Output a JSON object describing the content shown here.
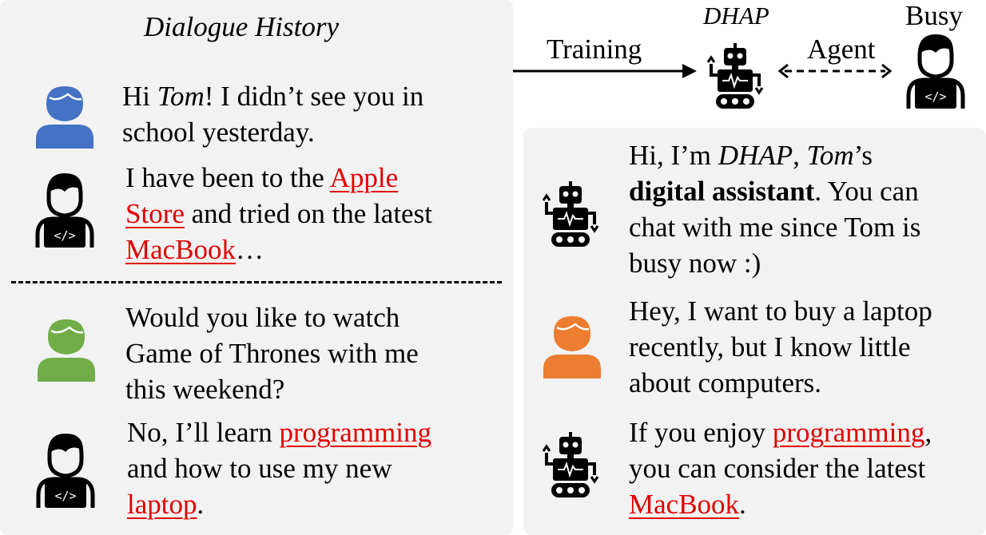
{
  "history_title": "Dialogue History",
  "top": {
    "training_label": "Training",
    "dhap_label": "DHAP",
    "agent_label": "Agent",
    "busy_label": "Busy"
  },
  "history": {
    "msg1": {
      "p1": "Hi ",
      "name": "Tom",
      "p2": "! I didn’t see you in",
      "line2": "school yesterday."
    },
    "msg2": {
      "p1": "I have been to the ",
      "hl1": "Apple",
      "hl2": "Store",
      "p2": " and tried on the latest",
      "hl3": "MacBook",
      "p3": "…"
    },
    "msg3": {
      "line1": "Would you like to watch",
      "line2": "Game of Thrones with me",
      "line3": "this weekend?"
    },
    "msg4": {
      "p1": "No, I’ll learn ",
      "hl1": "programming",
      "line2": "and how to use my new",
      "hl2": "laptop",
      "p2": "."
    }
  },
  "agent_chat": {
    "msg1": {
      "p1": "Hi, I’m ",
      "dhap": "DHAP",
      "comma": ", ",
      "tom": "Tom",
      "p2": "’s",
      "bold": "digital assistant",
      "p3": ". You can",
      "line3": "chat with me since Tom is",
      "line4": "busy now :)"
    },
    "msg2": {
      "line1": "Hey, I want to buy a laptop",
      "line2": "recently, but I know little",
      "line3": "about computers."
    },
    "msg3": {
      "p1": "If you enjoy ",
      "hl1": "programming",
      "p2": ",",
      "line2": "you can consider the latest",
      "hl2": "MacBook",
      "p3": "."
    }
  },
  "colors": {
    "user_blue": "#4472c4",
    "user_green": "#70ad47",
    "user_orange": "#ed7d31",
    "highlight": "#e00000",
    "panel_bg": "#f2f2f2"
  },
  "icons": [
    "blue-user-icon",
    "coder-icon",
    "green-user-icon",
    "robot-icon",
    "orange-user-icon"
  ]
}
